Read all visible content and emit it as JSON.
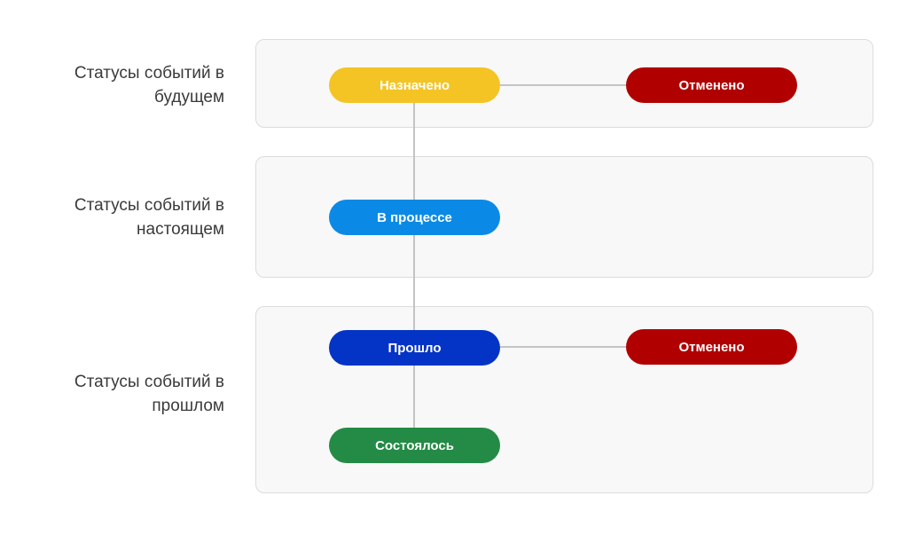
{
  "rows": [
    {
      "label_line1": "Статусы событий в",
      "label_line2": "будущем"
    },
    {
      "label_line1": "Статусы событий в",
      "label_line2": "настоящем"
    },
    {
      "label_line1": "Статусы событий в",
      "label_line2": "прошлом"
    }
  ],
  "statuses": {
    "scheduled": {
      "label": "Назначено",
      "color": "#f4c425"
    },
    "cancelled_future": {
      "label": "Отменено",
      "color": "#b10000"
    },
    "in_progress": {
      "label": "В процессе",
      "color": "#0a8ae6"
    },
    "passed": {
      "label": "Прошло",
      "color": "#0434c5"
    },
    "cancelled_past": {
      "label": "Отменено",
      "color": "#b10000"
    },
    "took_place": {
      "label": "Состоялось",
      "color": "#238b45"
    }
  },
  "connector_color": "#c4c4c4"
}
